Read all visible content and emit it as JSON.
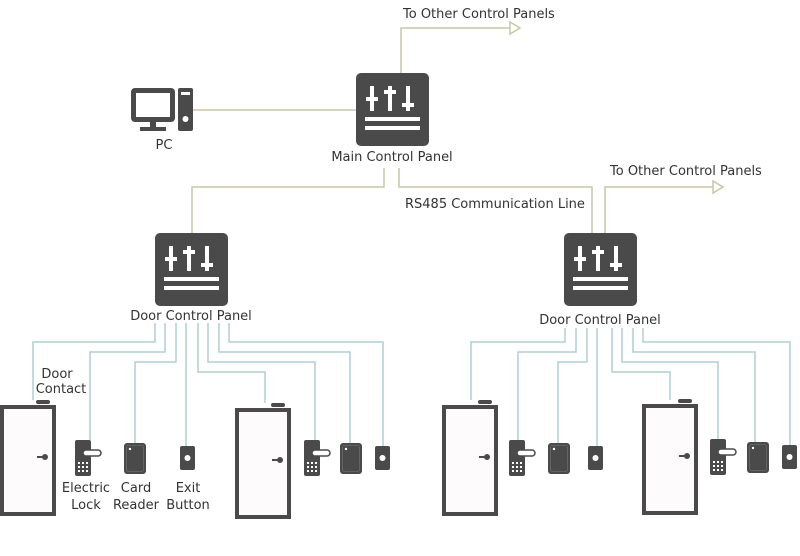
{
  "diagram": {
    "title": "Access Control System Topology",
    "colors": {
      "device_dark": "#4a4a4a",
      "backbone_line": "#c8c5a7",
      "device_line": "#aecdd6",
      "text": "#333333"
    },
    "nodes": {
      "pc": {
        "label": "PC",
        "icon": "desktop-computer-icon"
      },
      "main_panel": {
        "label": "Main Control Panel",
        "icon": "control-panel-sliders-icon"
      },
      "door_panel_left": {
        "label": "Door Control Panel",
        "icon": "control-panel-sliders-icon"
      },
      "door_panel_right": {
        "label": "Door Control Panel",
        "icon": "control-panel-sliders-icon"
      }
    },
    "annotations": {
      "to_other_top": "To Other Control Panels",
      "to_other_right": "To Other Control Panels",
      "rs485": "RS485 Communication Line"
    },
    "device_labels": {
      "door_contact_line1": "Door",
      "door_contact_line2": "Contact",
      "electric_lock_line1": "Electric",
      "electric_lock_line2": "Lock",
      "card_reader_line1": "Card",
      "card_reader_line2": "Reader",
      "exit_button_line1": "Exit",
      "exit_button_line2": "Button"
    },
    "edges": [
      {
        "from": "pc",
        "to": "main_panel"
      },
      {
        "from": "main_panel",
        "to": "other_control_panels"
      },
      {
        "from": "main_panel",
        "to": "door_panel_left"
      },
      {
        "from": "main_panel",
        "to": "door_panel_right",
        "label": "RS485 Communication Line"
      },
      {
        "from": "door_panel_right",
        "to": "other_control_panels"
      }
    ],
    "door_groups_per_panel": 2,
    "devices_per_door": [
      "Door Contact",
      "Electric Lock",
      "Card Reader",
      "Exit Button"
    ]
  }
}
